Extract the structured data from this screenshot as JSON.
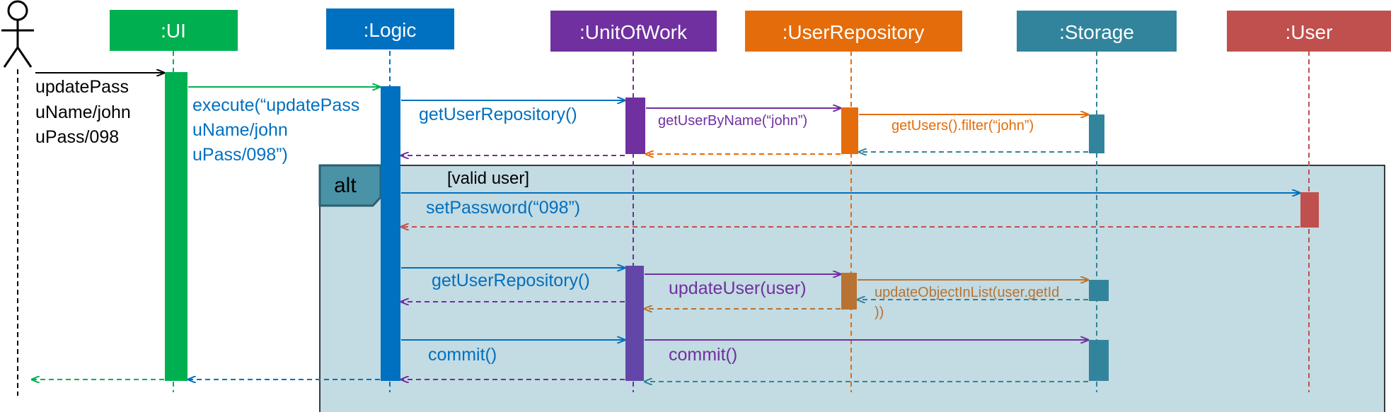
{
  "participants": {
    "ui": {
      "label": ":UI",
      "color": "#00b050"
    },
    "logic": {
      "label": ":Logic",
      "color": "#0070c0"
    },
    "unitofwork": {
      "label": ":UnitOfWork",
      "color": "#7030a0"
    },
    "userrepository": {
      "label": ":UserRepository",
      "color": "#e46c0a"
    },
    "storage": {
      "label": ":Storage",
      "color": "#31849b"
    },
    "user": {
      "label": ":User",
      "color": "#c0504d"
    }
  },
  "actor_message": {
    "lines": [
      "updatePass",
      "uName/john",
      "uPass/098"
    ]
  },
  "messages": {
    "execute": [
      "execute(“updatePass",
      "uName/john",
      "uPass/098”)"
    ],
    "get_repo_1": "getUserRepository()",
    "get_by_name": "getUserByName(“john”)",
    "get_users": "getUsers().filter(“john”)",
    "set_password": "setPassword(“098”)",
    "get_repo_2": "getUserRepository()",
    "update_user": "updateUser(user)",
    "update_obj": [
      "updateObjectInList(user.getId",
      "))"
    ],
    "commit_1": "commit()",
    "commit_2": "commit()"
  },
  "alt_fragment": {
    "label": "alt",
    "guard": "[valid user]",
    "fill": "#c3dbe2"
  }
}
